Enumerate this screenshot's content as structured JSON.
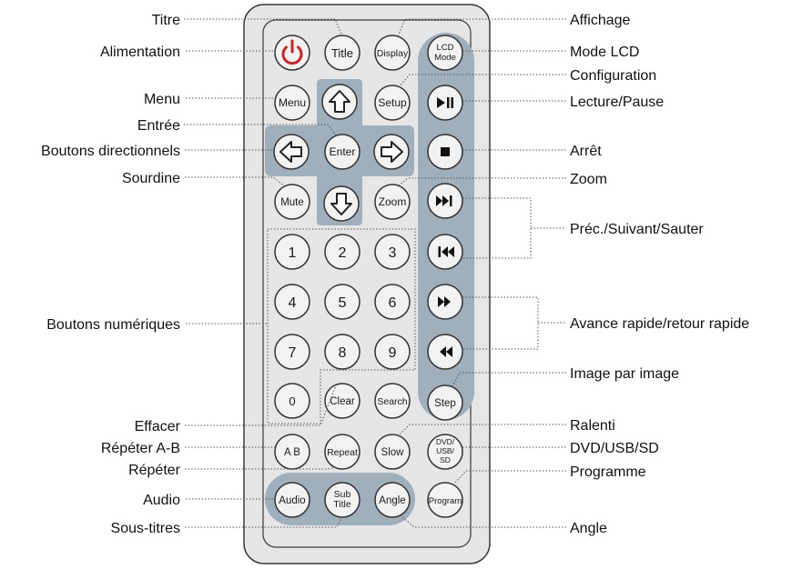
{
  "colors": {
    "remote_body": "#e6e6e6",
    "remote_outline": "#3a3a3a",
    "panel": "#9fb0bc",
    "button_face": "#f2f2f2",
    "power_red": "#d42020",
    "leader": "#555555"
  },
  "buttons": {
    "title": "Title",
    "display": "Display",
    "lcd_mode_1": "LCD",
    "lcd_mode_2": "Mode",
    "menu": "Menu",
    "setup": "Setup",
    "enter": "Enter",
    "mute": "Mute",
    "zoom": "Zoom",
    "n1": "1",
    "n2": "2",
    "n3": "3",
    "n4": "4",
    "n5": "5",
    "n6": "6",
    "n7": "7",
    "n8": "8",
    "n9": "9",
    "n0": "0",
    "clear": "Clear",
    "search": "Search",
    "step": "Step",
    "ab": "A B",
    "repeat": "Repeat",
    "slow": "Slow",
    "dvd_1": "DVD/",
    "dvd_2": "USB/",
    "dvd_3": "SD",
    "audio": "Audio",
    "subtitle_1": "Sub",
    "subtitle_2": "Title",
    "angle": "Angle",
    "program": "Program",
    "icons": {
      "power": "power-icon",
      "up": "arrow-up-icon",
      "down": "arrow-down-icon",
      "left": "arrow-left-icon",
      "right": "arrow-right-icon",
      "play_pause": "play-pause-icon",
      "stop": "stop-icon",
      "next": "skip-next-icon",
      "prev": "skip-previous-icon",
      "fast_forward": "fast-forward-icon",
      "rewind": "rewind-icon"
    }
  },
  "labels_left": {
    "titre": "Titre",
    "alimentation": "Alimentation",
    "menu": "Menu",
    "entree": "Entrée",
    "directionnels": "Boutons directionnels",
    "sourdine": "Sourdine",
    "numeriques": "Boutons numériques",
    "effacer": "Effacer",
    "repeter_ab": "Répéter A-B",
    "repeter": "Répéter",
    "audio": "Audio",
    "sous_titres": "Sous-titres"
  },
  "labels_right": {
    "affichage": "Affichage",
    "mode_lcd": "Mode LCD",
    "configuration": "Configuration",
    "lecture_pause": "Lecture/Pause",
    "arret": "Arrêt",
    "zoom": "Zoom",
    "prec_suivant": "Préc./Suivant/Sauter",
    "avance_retour": "Avance rapide/retour rapide",
    "image_par_image": "Image par image",
    "ralenti": "Ralenti",
    "dvd_usb_sd": "DVD/USB/SD",
    "programme": "Programme",
    "angle": "Angle"
  }
}
